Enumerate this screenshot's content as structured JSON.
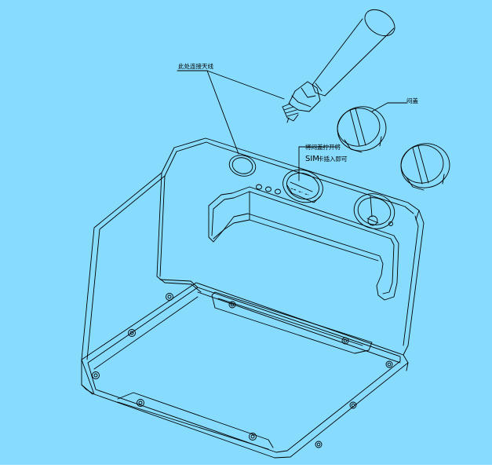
{
  "colors": {
    "background": "#87dcfd",
    "line": "#000000"
  },
  "labels": {
    "antenna": "此处连接天线",
    "cap": "闷盖",
    "sim_line1": "将闷盖拧开将",
    "sim_line2_latin": "SIM",
    "sim_line2_rest": "卡插入即可"
  }
}
